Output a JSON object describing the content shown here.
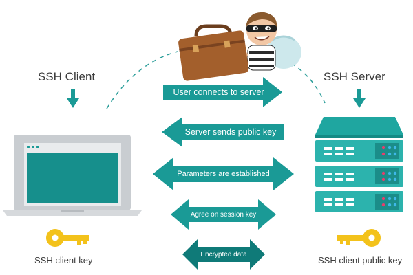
{
  "client": {
    "title": "SSH Client",
    "key_label": "SSH client key"
  },
  "server": {
    "title": "SSH Server",
    "key_label": "SSH client public key"
  },
  "steps": [
    {
      "label": "User connects to server",
      "direction": "right"
    },
    {
      "label": "Server sends public key",
      "direction": "left"
    },
    {
      "label": "Parameters are established",
      "direction": "both"
    },
    {
      "label": "Agree on session key",
      "direction": "both"
    },
    {
      "label": "Encrypted data",
      "direction": "both"
    }
  ],
  "colors": {
    "teal": "#1a9a96",
    "teal_dark": "#0f7a78",
    "server_body": "#2cb3ad",
    "server_top": "#1fa6a0",
    "laptop_frame": "#c9cdd1",
    "laptop_screen": "#168f8c",
    "key": "#f3c21b",
    "dashed_line": "#2a9d99"
  },
  "icons": {
    "laptop": "laptop-icon",
    "server": "server-rack-icon",
    "key": "key-icon",
    "intruder": "burglar-with-briefcase"
  }
}
